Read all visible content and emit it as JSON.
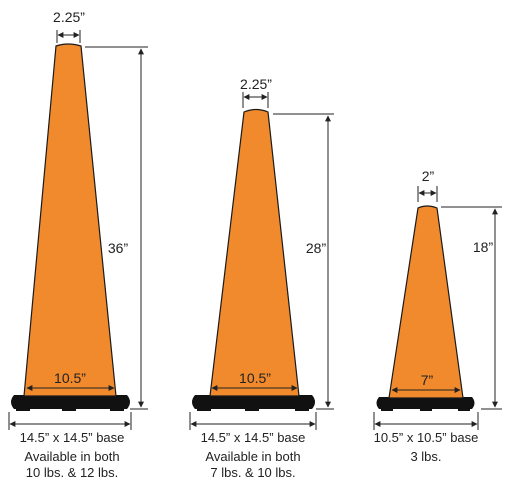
{
  "colors": {
    "cone_fill": "#f08a2c",
    "cone_outline": "#1a1a1a",
    "base": "#111111",
    "dimension_line": "#222222"
  },
  "cones": [
    {
      "top_width": "2.25”",
      "height": "36”",
      "bottom_width": "10.5”",
      "base_size": "14.5” x 14.5”  base",
      "caption_line1": "Available in both",
      "caption_line2": "10 lbs. & 12 lbs."
    },
    {
      "top_width": "2.25”",
      "height": "28”",
      "bottom_width": "10.5”",
      "base_size": "14.5” x 14.5”  base",
      "caption_line1": "Available in both",
      "caption_line2": "7 lbs. & 10 lbs."
    },
    {
      "top_width": "2”",
      "height": "18”",
      "bottom_width": "7”",
      "base_size": "10.5” x 10.5” base",
      "caption_line1": "3 lbs.",
      "caption_line2": ""
    }
  ]
}
